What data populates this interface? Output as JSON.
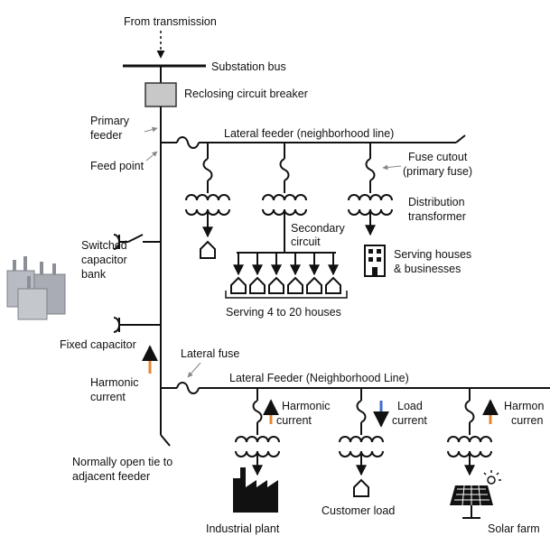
{
  "labels": {
    "from_transmission": "From transmission",
    "substation_bus": "Substation bus",
    "recloser": "Reclosing circuit breaker",
    "primary_feeder_line1": "Primary",
    "primary_feeder_line2": "feeder",
    "feed_point": "Feed point",
    "lateral_feeder_top": "Lateral feeder (neighborhood line)",
    "fuse_cutout_line1": "Fuse cutout",
    "fuse_cutout_line2": "(primary fuse)",
    "dist_xfmr_line1": "Distribution",
    "dist_xfmr_line2": "transformer",
    "secondary_line1": "Secondary",
    "secondary_line2": "circuit",
    "serving_hb_line1": "Serving houses",
    "serving_hb_line2": "& businesses",
    "serving_houses": "Serving 4 to 20 houses",
    "switched_cap_line1": "Switched",
    "switched_cap_line2": "capacitor",
    "switched_cap_line3": "bank",
    "fixed_cap": "Fixed capacitor",
    "lateral_fuse": "Lateral fuse",
    "harmonic_left_line1": "Harmonic",
    "harmonic_left_line2": "current",
    "lateral_feeder_bottom": "Lateral Feeder (Neighborhood Line)",
    "harmonic_mid_line1": "Harmonic",
    "harmonic_mid_line2": "current",
    "load_current_line1": "Load",
    "load_current_line2": "current",
    "harmonic_right_line1": "Harmon",
    "harmonic_right_line2": "curren",
    "normally_open_line1": "Normally open tie to",
    "normally_open_line2": "adjacent feeder",
    "industrial_plant": "Industrial plant",
    "customer_load": "Customer load",
    "solar_farm": "Solar farm"
  },
  "colors": {
    "line": "#111111",
    "harmonic_arrow": "#e8842c",
    "load_arrow": "#3f6fcf",
    "breaker_fill": "#c8c8c8"
  },
  "icons": [
    "capacitor-bank-photo",
    "house-icon",
    "office-building-icon",
    "factory-icon",
    "solar-panel-icon",
    "transformer-icon",
    "fuse-icon"
  ]
}
